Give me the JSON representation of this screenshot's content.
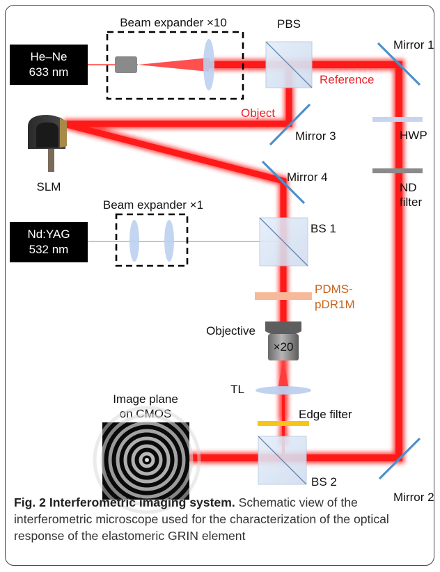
{
  "sources": {
    "hene": {
      "line1": "He–Ne",
      "line2": "633 nm"
    },
    "ndyag": {
      "line1": "Nd:YAG",
      "line2": "532 nm"
    }
  },
  "labels": {
    "beam_expander_10": "Beam expander ×10",
    "beam_expander_1": "Beam expander ×1",
    "pbs": "PBS",
    "mirror1": "Mirror 1",
    "mirror2": "Mirror 2",
    "mirror3": "Mirror 3",
    "mirror4": "Mirror 4",
    "reference": "Reference",
    "object": "Object",
    "hwp": "HWP",
    "nd_filter_line1": "ND",
    "nd_filter_line2": "filter",
    "slm": "SLM",
    "bs1": "BS 1",
    "bs2": "BS 2",
    "pdms_line1": "PDMS-",
    "pdms_line2": "pDR1M",
    "objective": "Objective",
    "magnification": "×20",
    "tl": "TL",
    "edge_filter": "Edge filter",
    "image_plane_line1": "Image plane",
    "image_plane_line2": "on CMOS"
  },
  "caption": {
    "title": "Fig. 2 Interferometric imaging system.",
    "text": " Schematic view of the interferometric microscope used for the characterization of the optical response of the elastomeric GRIN element"
  },
  "colors": {
    "beam_red": "#ff1a1a",
    "beam_green": "#7ec27e",
    "label_red": "#e8232a",
    "label_orange": "#c8641e",
    "mirror_blue": "#4f8fc9",
    "lens_blue": "#bcd0ef",
    "pdms_orange": "#f6b99a",
    "edge_filter_yellow": "#f5c518"
  }
}
